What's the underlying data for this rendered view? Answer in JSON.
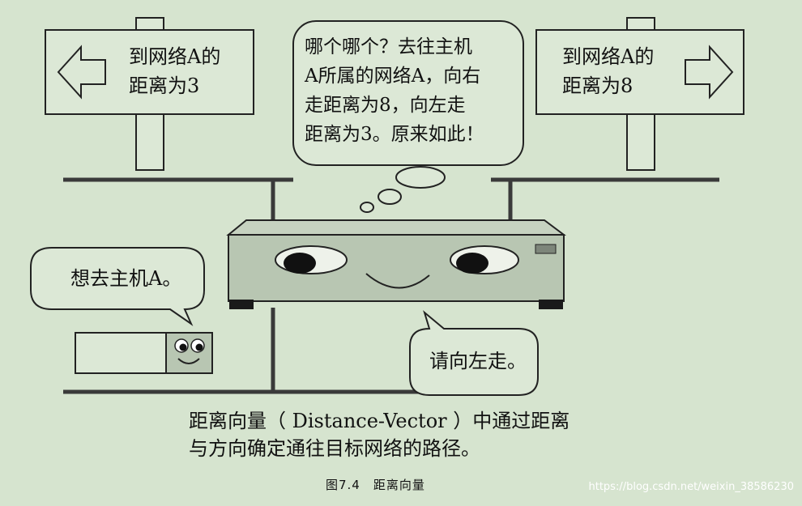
{
  "signs": {
    "left": {
      "line1": "到网络A的",
      "line2": "距离为3"
    },
    "right": {
      "line1": "到网络A的",
      "line2": "距离为8"
    }
  },
  "thought_bubble": {
    "line1": "哪个哪个？去往主机",
    "line2": "A所属的网络A，向右",
    "line3": "走距离为8，向左走",
    "line4": "距离为3。原来如此！"
  },
  "host_bubble": {
    "text": "想去主机A。"
  },
  "router_bubble": {
    "text": "请向左走。"
  },
  "caption": {
    "line1": "距离向量（ Distance-Vector ）中通过距离",
    "line2": "与方向确定通往目标网络的路径。"
  },
  "figure_label": "图7.4　距离向量",
  "watermark": "https://blog.csdn.net/weixin_38586230",
  "colors": {
    "background": "#d6e4cf",
    "router_body": "#b8c6b2",
    "sign_fill": "#dce8d6",
    "bubble_fill": "#dce8d6",
    "line": "#3a3a3a"
  }
}
